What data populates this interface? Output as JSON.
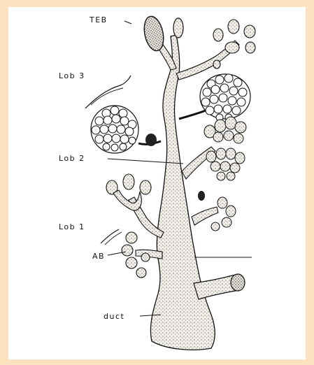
{
  "figure": {
    "labels": {
      "teb": "TEB",
      "lob3": "Lob 3",
      "lob2": "Lob 2",
      "lob1": "Lob 1",
      "ab": "AB",
      "duct": "duct"
    },
    "colors": {
      "background": "#fbe3c0",
      "panel": "#ffffff",
      "ink": "#111111",
      "fill": "#e9e6e0"
    }
  }
}
